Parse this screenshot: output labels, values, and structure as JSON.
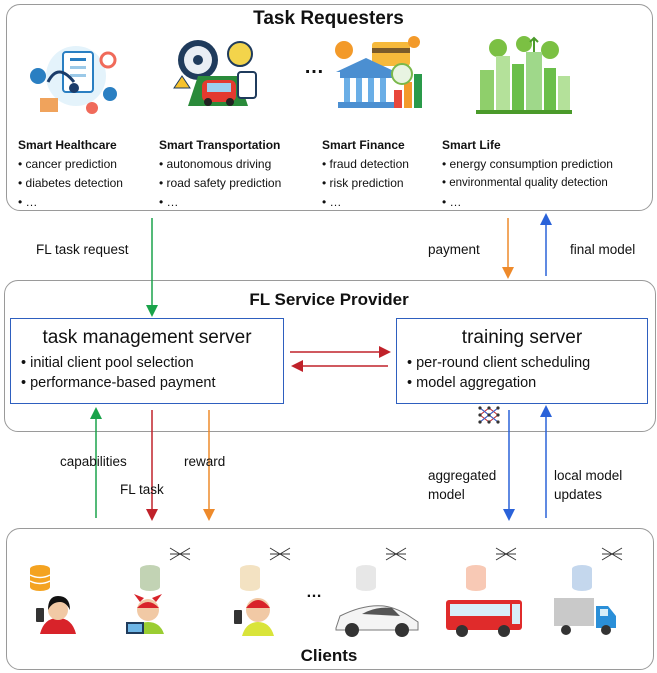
{
  "requesters": {
    "title": "Task Requesters",
    "ellipsis": "…",
    "domains": [
      {
        "name": "Smart Healthcare",
        "items": [
          "cancer prediction",
          "diabetes detection",
          "…"
        ],
        "icon": "healthcare-icon"
      },
      {
        "name": "Smart Transportation",
        "items": [
          "autonomous driving",
          "road safety prediction",
          "…"
        ],
        "icon": "transportation-icon"
      },
      {
        "name": "Smart Finance",
        "items": [
          "fraud detection",
          "risk prediction",
          "…"
        ],
        "icon": "finance-icon"
      },
      {
        "name": "Smart Life",
        "items": [
          "energy consumption prediction",
          "environmental quality detection",
          "…"
        ],
        "icon": "smart-city-icon"
      }
    ]
  },
  "flows_top": {
    "task_request": "FL task request",
    "payment": "payment",
    "final_model": "final model"
  },
  "provider": {
    "title": "FL Service Provider",
    "task_server": {
      "title": "task management server",
      "items": [
        "initial client pool selection",
        "performance-based payment"
      ]
    },
    "training_server": {
      "title": "training server",
      "items": [
        "per-round client scheduling",
        "model aggregation"
      ]
    }
  },
  "flows_bottom": {
    "capabilities": "capabilities",
    "fl_task": "FL task",
    "reward": "reward",
    "aggregated_model": [
      "aggregated",
      "model"
    ],
    "local_updates": [
      "local model",
      "updates"
    ]
  },
  "clients": {
    "title": "Clients",
    "ellipsis": "…",
    "members": [
      "person-phone",
      "malicious-laptop",
      "malicious-phone",
      "car",
      "bus",
      "truck"
    ]
  },
  "colors": {
    "green": "#1aa34a",
    "orange": "#ee8a2b",
    "blue": "#2a62d9",
    "red": "#c0222a",
    "server_border": "#2e5fbf"
  }
}
